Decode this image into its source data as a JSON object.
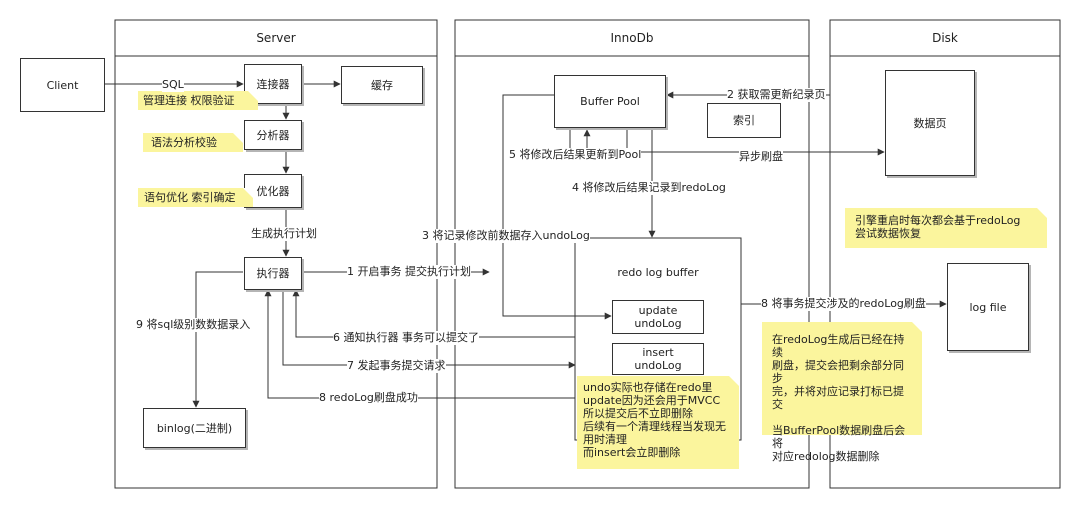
{
  "lanes": {
    "server": "Server",
    "innodb": "InnoDb",
    "disk": "Disk"
  },
  "nodes": {
    "client": "Client",
    "connector": "连接器",
    "cache": "缓存",
    "analyzer": "分析器",
    "optimizer": "优化器",
    "executor": "执行器",
    "binlog": "binlog(二进制)",
    "buffer_pool": "Buffer Pool",
    "index": "索引",
    "redo_log_buffer": "redo log buffer",
    "update_undolog": "update\nundoLog",
    "insert_undolog": "insert\nundoLog",
    "data_page": "数据页",
    "log_file": "log file"
  },
  "notes": {
    "connector": "管理连接 权限验证",
    "analyzer": "语法分析校验",
    "optimizer": "语句优化 索引确定",
    "restart": "引擎重启时每次都会基于redoLog\n尝试数据恢复",
    "persist": "在redoLog生成后已经在持续\n刷盘，提交会把剩余部分同步\n完，并将对应记录打标已提交\n\n当BufferPool数据刷盘后会将\n对应redolog数据删除",
    "undo": "undo实际也存储在redo里\nupdate因为还会用于MVCC\n所以提交后不立即删除\n后续有一个清理线程当发现无\n用时清理\n而insert会立即删除"
  },
  "edges": {
    "sql": "SQL",
    "gen_plan": "生成执行计划",
    "step1": "1 开启事务 提交执行计划",
    "step2": "2 获取需更新纪录页",
    "step3": "3 将记录修改前数据存入undoLog",
    "step4": "4 将修改后结果记录到redoLog",
    "step5": "5 将修改后结果更新到Pool",
    "async_flush": "异步刷盘",
    "step6": "6 通知执行器 事务可以提交了",
    "step7": "7 发起事务提交请求",
    "step8a": "8 将事务提交涉及的redoLog刷盘",
    "step8b": "8 redoLog刷盘成功",
    "step9": "9 将sql级别数数据录入"
  }
}
